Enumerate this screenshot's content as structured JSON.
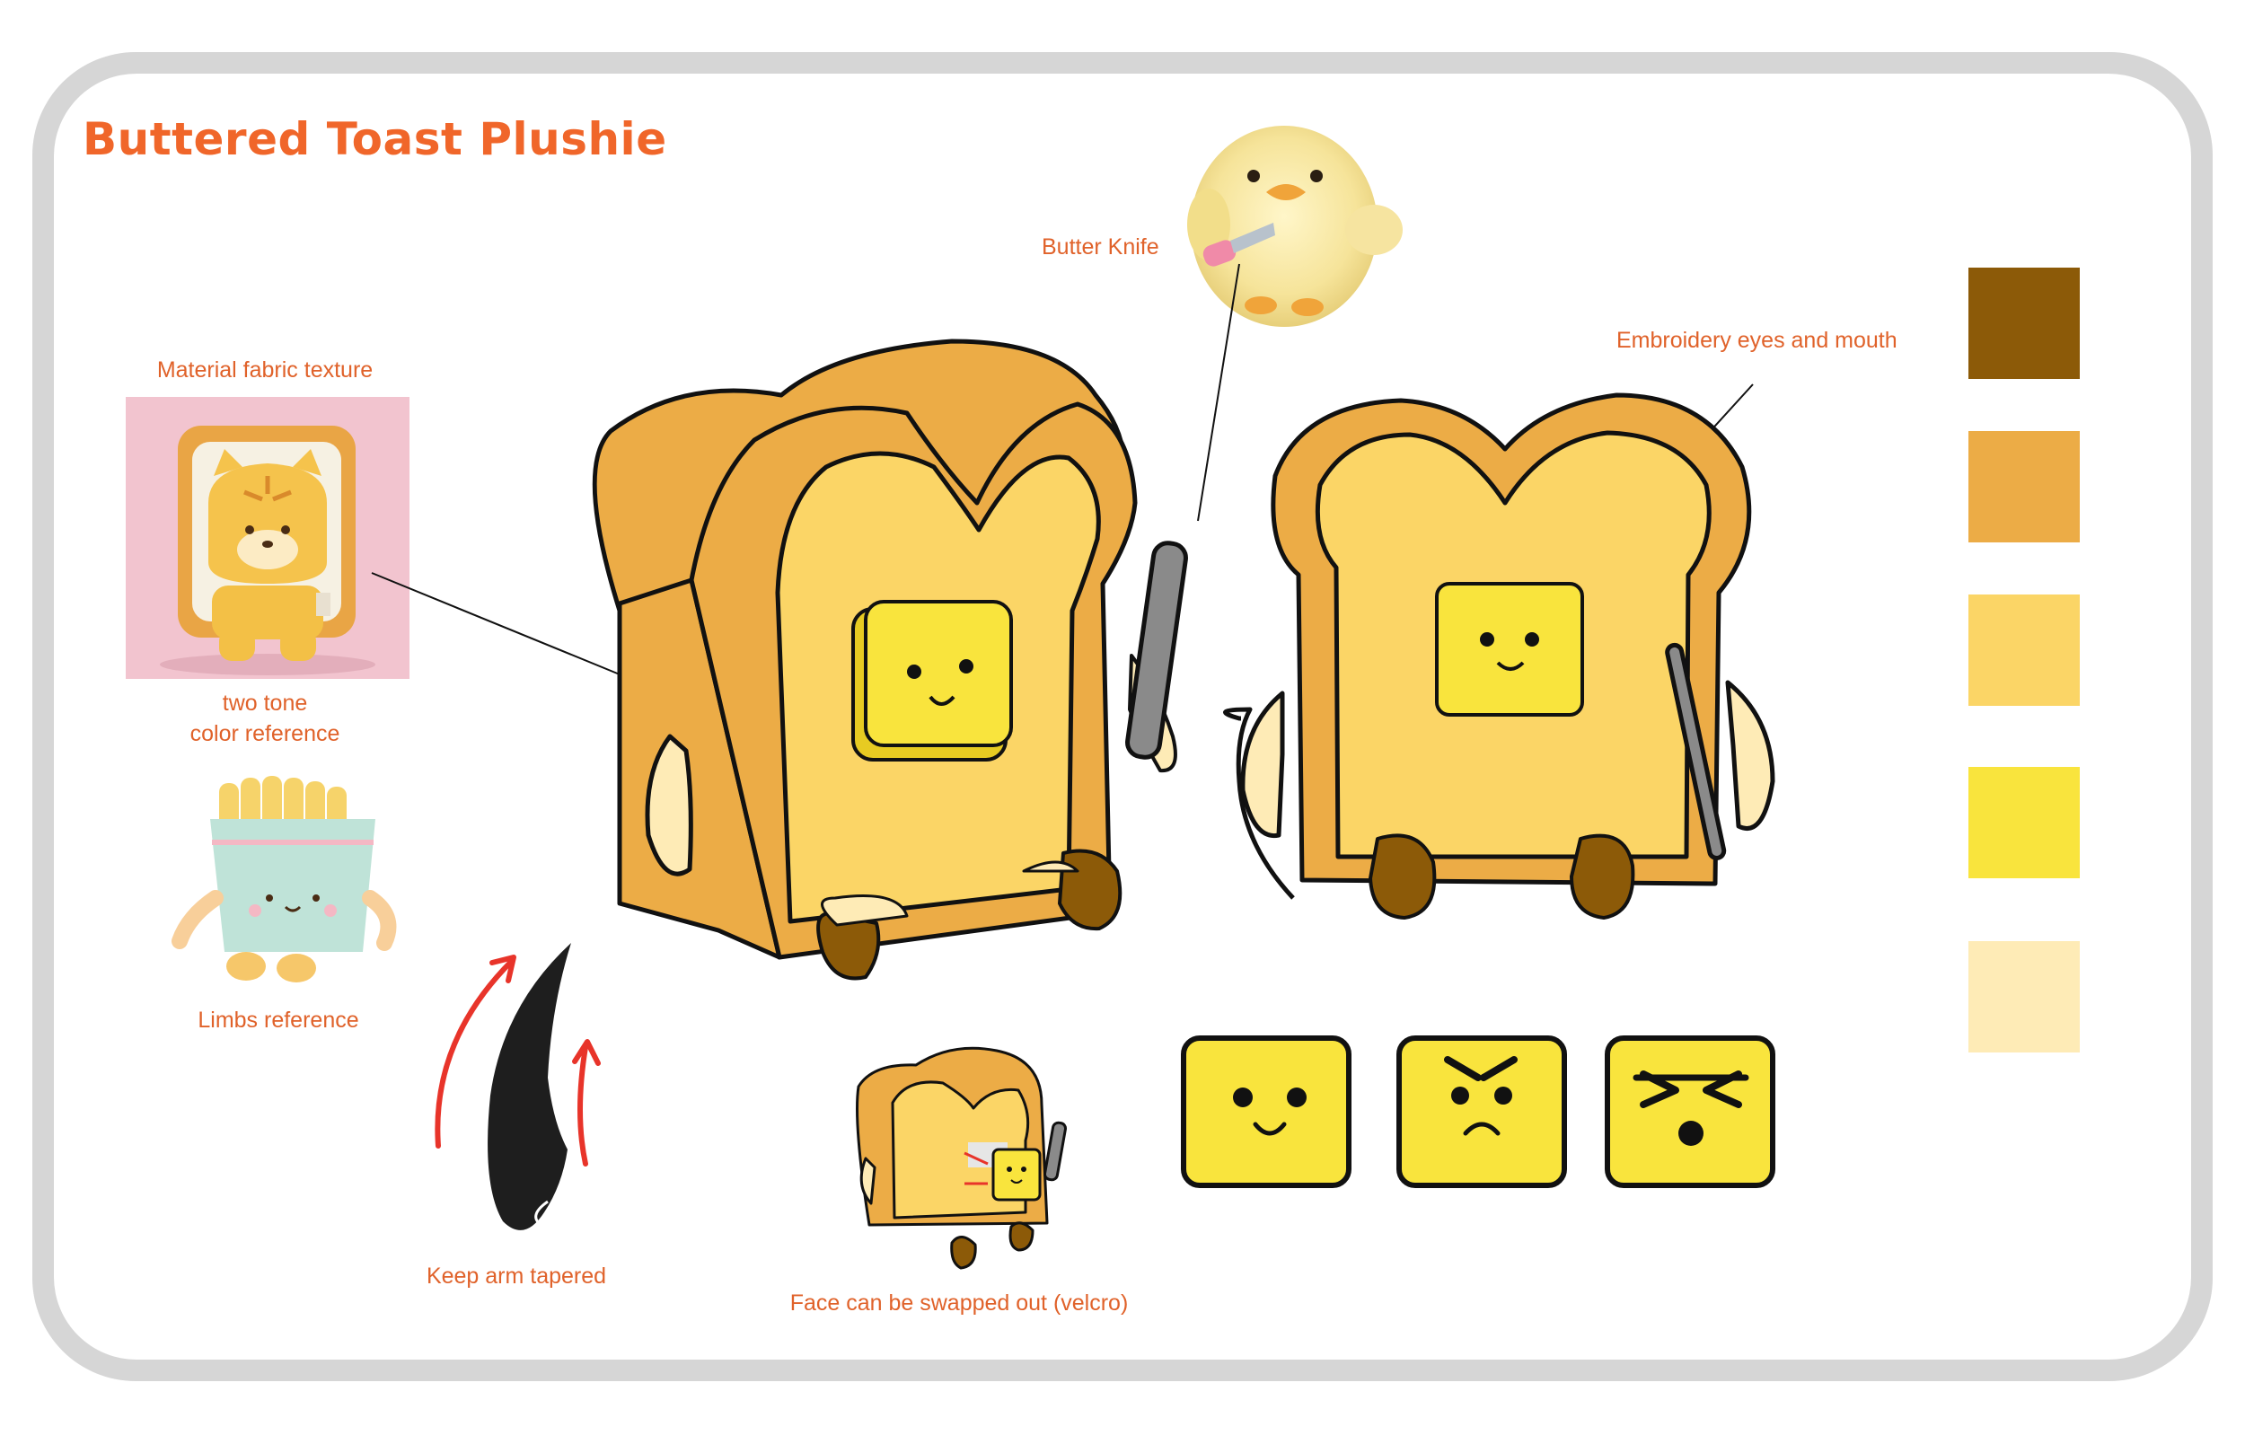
{
  "title": "Buttered Toast Plushie",
  "labels": {
    "material": "Material fabric texture",
    "two_tone_line1": "two tone",
    "two_tone_line2": "color reference",
    "limbs": "Limbs reference",
    "butter_knife": "Butter Knife",
    "embroidery": "Embroidery eyes and mouth",
    "keep_arm": "Keep arm tapered",
    "face_swap": "Face can be swapped out (velcro)"
  },
  "palette": [
    "#8c5a08",
    "#ecac46",
    "#fbd566",
    "#f9e43d",
    "#feebb6"
  ],
  "colors": {
    "accent": "#f0662a",
    "label": "#e0622a",
    "crust": "#ecac46",
    "bread": "#fbd566",
    "butter": "#f9e43d",
    "feet": "#8c5a08",
    "arm": "#feebb6",
    "knife": "#8a8a8a"
  },
  "expressions": [
    "happy-face",
    "angry-face",
    "squint-face"
  ]
}
